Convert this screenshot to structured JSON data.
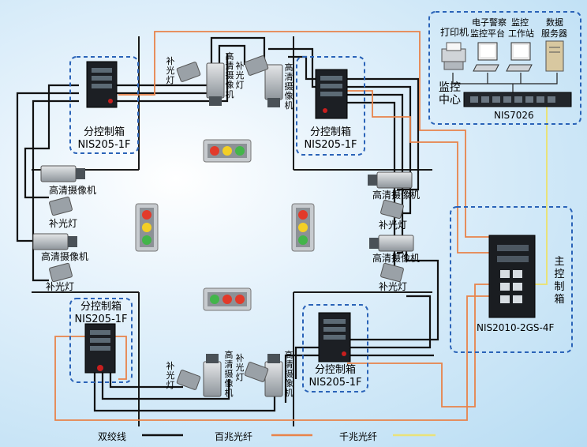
{
  "branch_boxes": [
    {
      "title": "分控制箱",
      "model": "NIS205-1F"
    },
    {
      "title": "分控制箱",
      "model": "NIS205-1F"
    },
    {
      "title": "分控制箱",
      "model": "NIS205-1F"
    },
    {
      "title": "分控制箱",
      "model": "NIS205-1F"
    }
  ],
  "labels": {
    "camera": "高清摄像机",
    "light": "补光灯"
  },
  "monitor": {
    "printer": "打印机",
    "police_1": "电子警察",
    "police_2": "监控平台",
    "ws_1": "监控",
    "ws_2": "工作站",
    "db_1": "数据",
    "db_2": "服务器",
    "center_1": "监控",
    "center_2": "中心",
    "switch_model": "NIS7026"
  },
  "main_box": {
    "title": "主控制箱",
    "model": "NIS2010-2GS-4F"
  },
  "legend": {
    "twisted": "双绞线",
    "fiber100": "百兆光纤",
    "fiber1000": "千兆光纤"
  },
  "colors": {
    "twisted": "#111111",
    "fiber100": "#e8834a",
    "fiber1000": "#e9e27a",
    "dashed_box": "#2a63b8"
  }
}
